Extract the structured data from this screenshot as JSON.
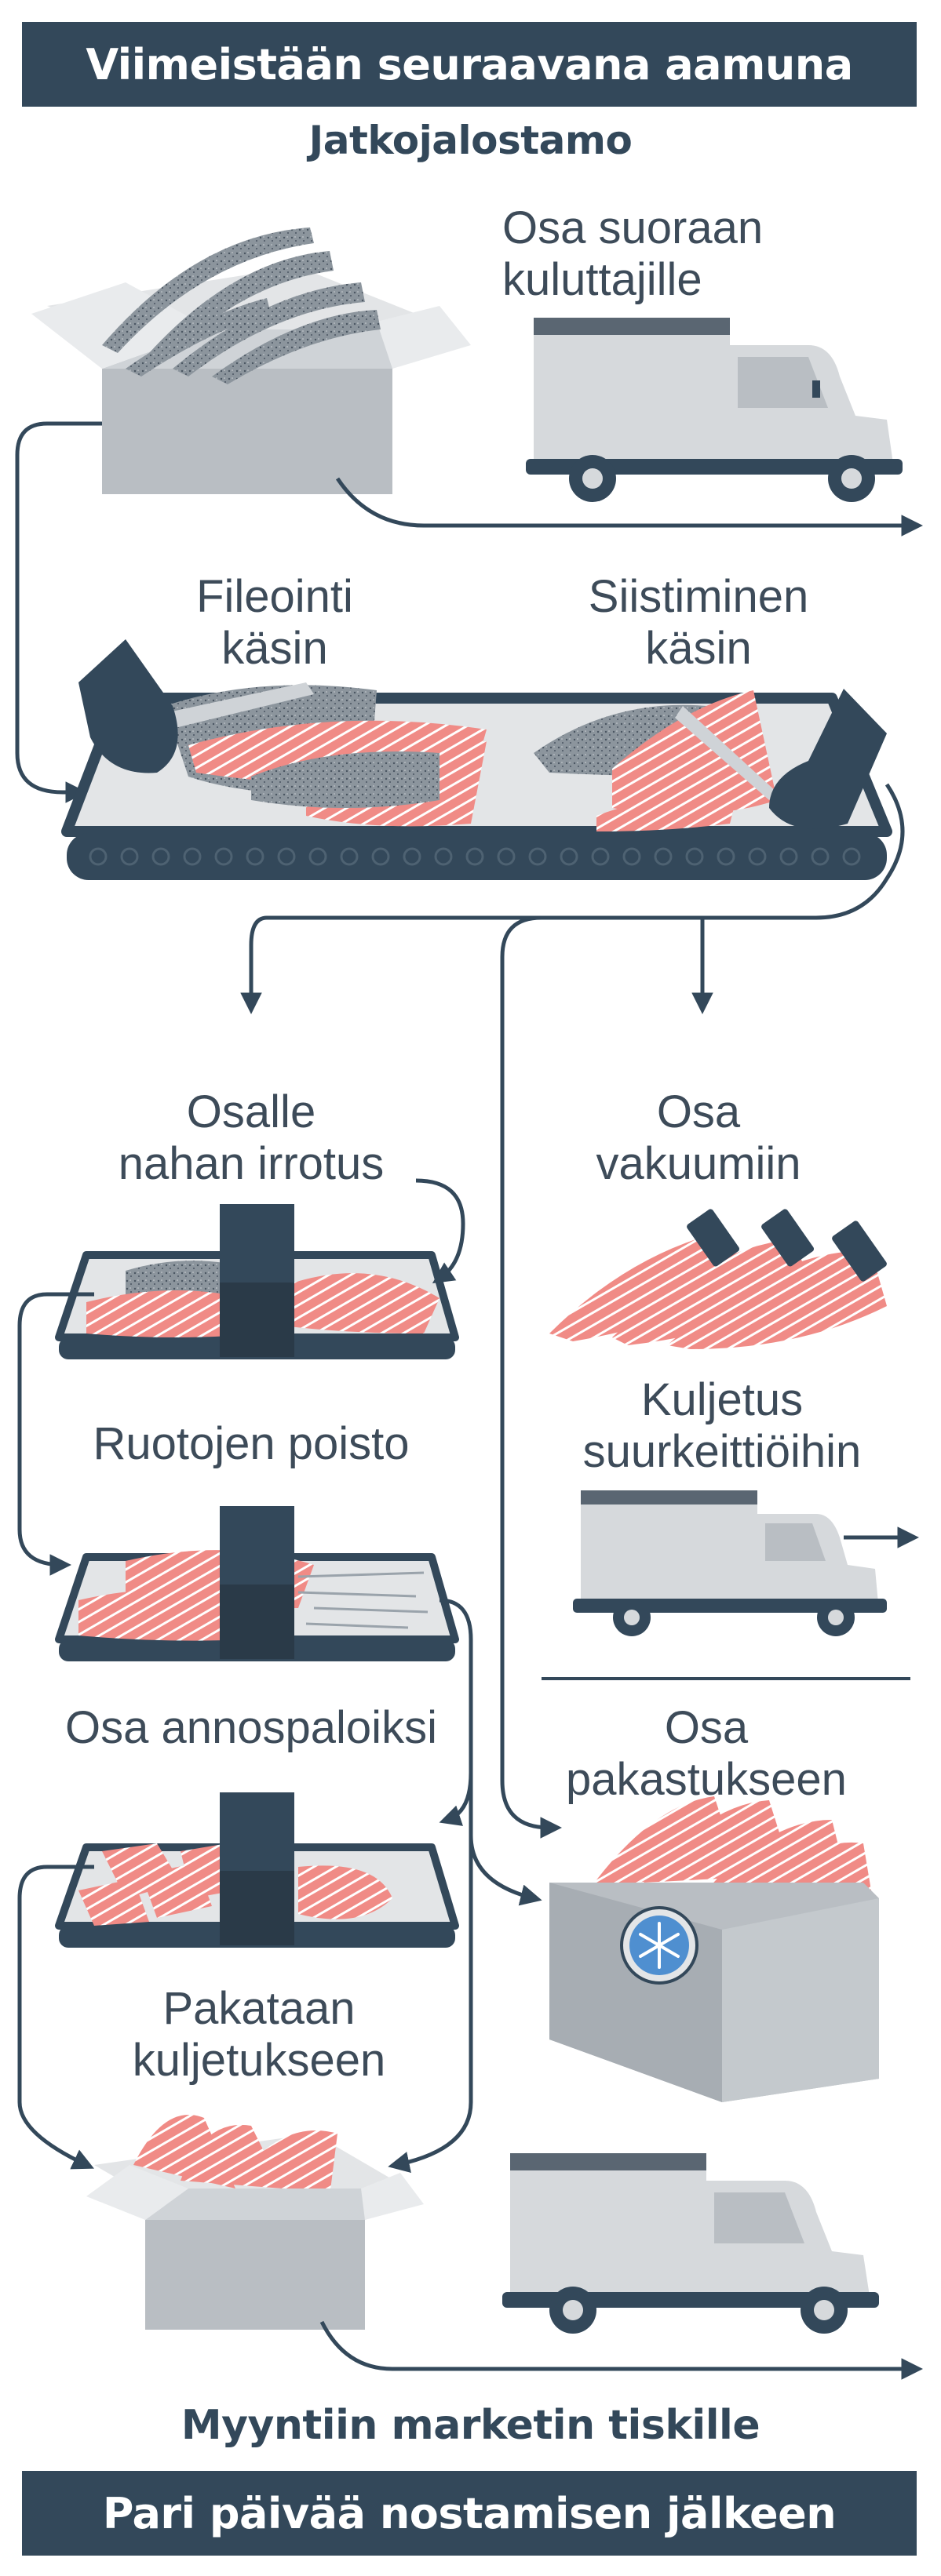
{
  "header": {
    "top_banner": "Viimeistään seuraavana aamuna",
    "subtitle": "Jatkojalostamo"
  },
  "steps": {
    "direct_consumers": [
      "Osa suoraan",
      "kuluttajille"
    ],
    "filleting": [
      "Fileointi",
      "käsin"
    ],
    "trimming": [
      "Siistiminen",
      "käsin"
    ],
    "skin_removal": [
      "Osalle",
      "nahan irrotus"
    ],
    "vacuum": [
      "Osa",
      "vakuumiin"
    ],
    "bone_removal": "Ruotojen poisto",
    "large_kitchens": [
      "Kuljetus",
      "suurkeittiöihin"
    ],
    "portions": "Osa annospaloiksi",
    "freezing": [
      "Osa",
      "pakastukseen"
    ],
    "packing": [
      "Pakataan",
      "kuljetukseen"
    ]
  },
  "footer": {
    "subtitle": "Myyntiin marketin tiskille",
    "bottom_banner": "Pari päivää nostamisen jälkeen"
  },
  "colors": {
    "navy": "#33485a",
    "salmon": "#f08b86",
    "grey": "#b9bec3",
    "light_grey": "#e3e5e7"
  }
}
